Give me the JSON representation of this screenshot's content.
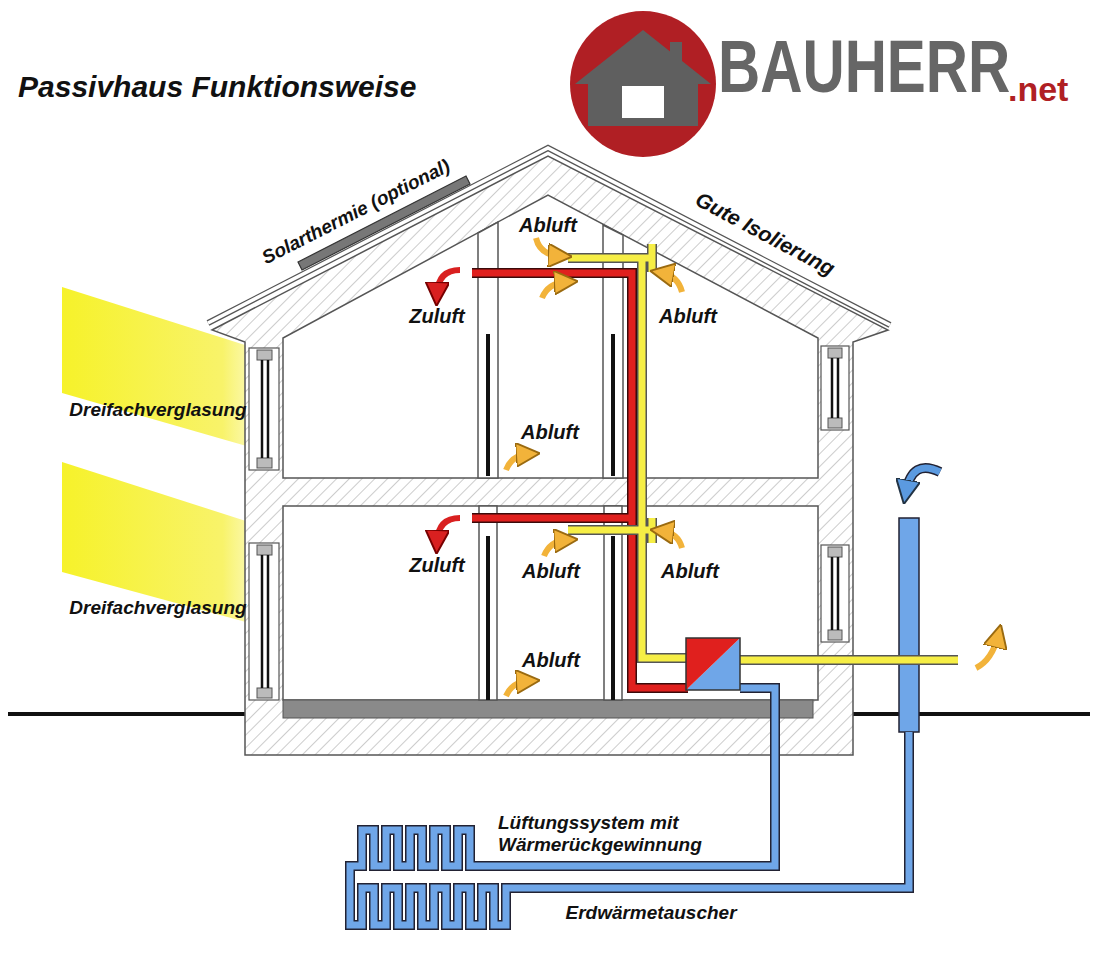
{
  "diagram": {
    "title": "Passivhaus Funktionsweise",
    "labels": [
      "BAUHERR",
      ".net",
      "Solarthermie (optional)",
      "Gute Isolierung",
      "Abluft",
      "Zuluft",
      "Abluft",
      "Dreifachverglasung",
      "Abluft",
      "Zuluft",
      "Abluft",
      "Abluft",
      "Dreifachverglasung",
      "Abluft",
      "Lüftungssystem mit Wärmerückgewinnung",
      "Erdwärmetauscher"
    ]
  }
}
